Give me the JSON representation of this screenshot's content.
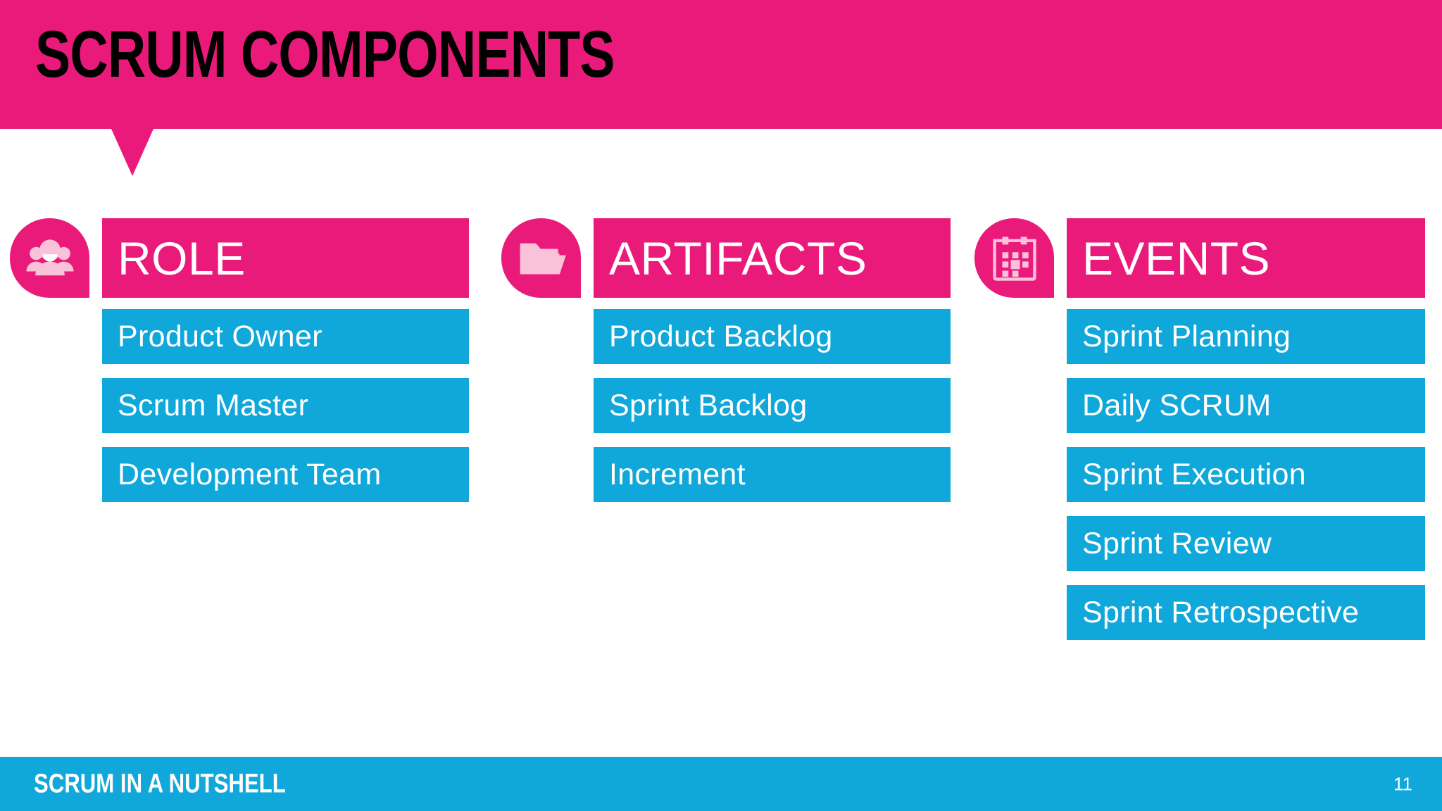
{
  "theme": {
    "pink": "#ea1a7b",
    "cyan": "#10a8db",
    "icon_fill": "#f9c2d9",
    "title_color": "#000000",
    "text_color": "#ffffff"
  },
  "header": {
    "title": "SCRUM COMPONENTS"
  },
  "columns": [
    {
      "icon": "people-group-icon",
      "heading": "ROLE",
      "items": [
        "Product Owner",
        "Scrum Master",
        "Development Team"
      ]
    },
    {
      "icon": "open-folder-icon",
      "heading": "ARTIFACTS",
      "items": [
        "Product Backlog",
        "Sprint Backlog",
        "Increment"
      ]
    },
    {
      "icon": "calendar-icon",
      "heading": "EVENTS",
      "items": [
        "Sprint Planning",
        "Daily SCRUM",
        "Sprint Execution",
        "Sprint Review",
        "Sprint Retrospective"
      ]
    }
  ],
  "footer": {
    "title": "SCRUM IN A NUTSHELL",
    "page_number": "11"
  }
}
